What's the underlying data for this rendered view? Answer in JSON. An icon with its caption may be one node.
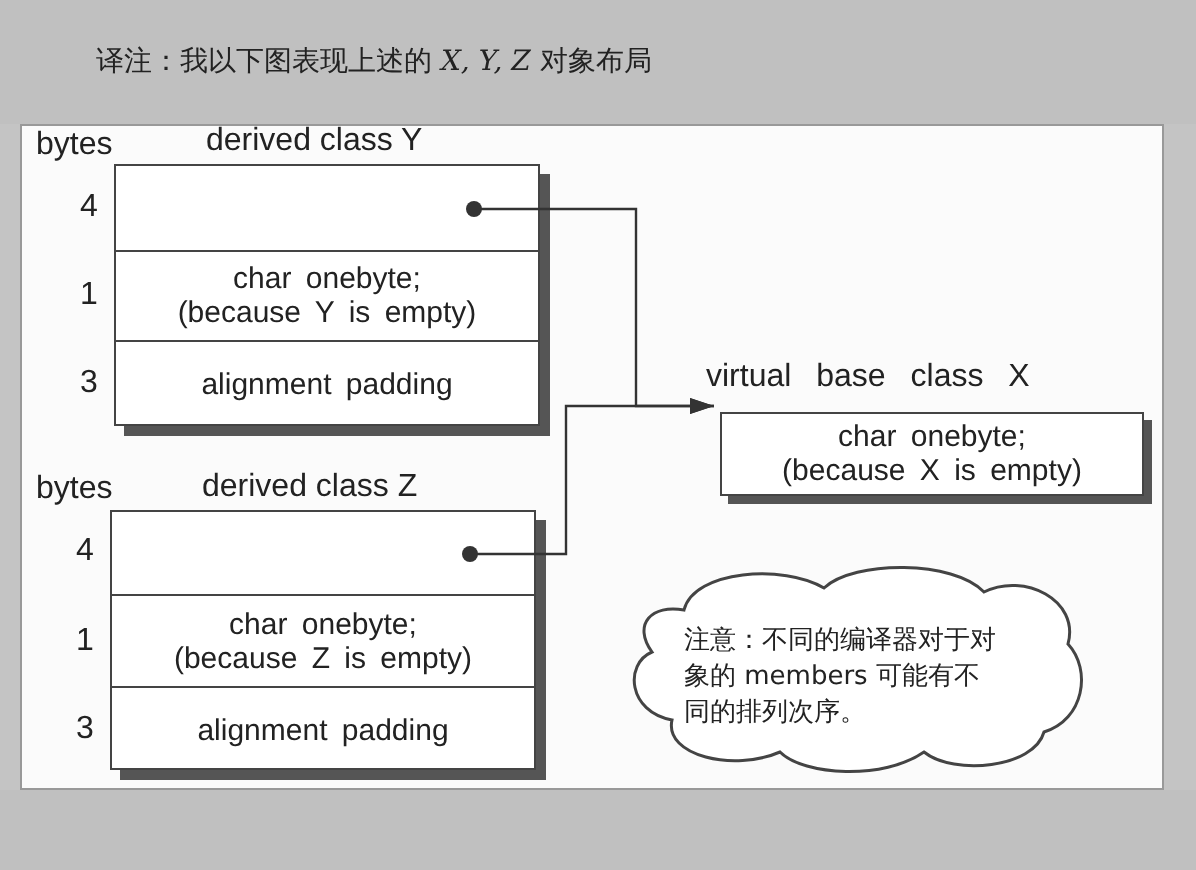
{
  "diagram": {
    "title": "译注：我以下图表现上述的 *X, Y, Z* 对象布局",
    "nodes": [
      {
        "text": [
          "derived class Y"
        ]
      },
      {
        "text": [],
        "shape": "box",
        "in": 0
      },
      {
        "text": [
          "char onebyte; (because Y is empty)"
        ],
        "in": 0
      },
      {
        "text": [
          "alignment padding"
        ],
        "in": 0
      },
      {
        "text": [
          "derived class Z"
        ]
      },
      {
        "text": [],
        "shape": "box",
        "in": 4
      },
      {
        "text": [
          "char onebyte; (because Z is empty)"
        ],
        "in": 4
      },
      {
        "text": [
          "alignment padding"
        ],
        "in": 4
      },
      {
        "text": [
          "virtual base class X",
          "char onebyte; (because X is empty)"
        ]
      },
      {
        "text": [
          "注意：不同的编译器对于对象的 members 可能有不同的排列次序。"
        ]
      }
    ],
    "edges": [
      {
        "from": 1,
        "to": 8,
        "arrow": "to"
      },
      {
        "from": 5,
        "to": 8,
        "arrow": "to"
      }
    ],
    "labels": [
      "bytes",
      "4",
      "1",
      "3",
      "bytes",
      "4",
      "1",
      "3"
    ]
  }
}
